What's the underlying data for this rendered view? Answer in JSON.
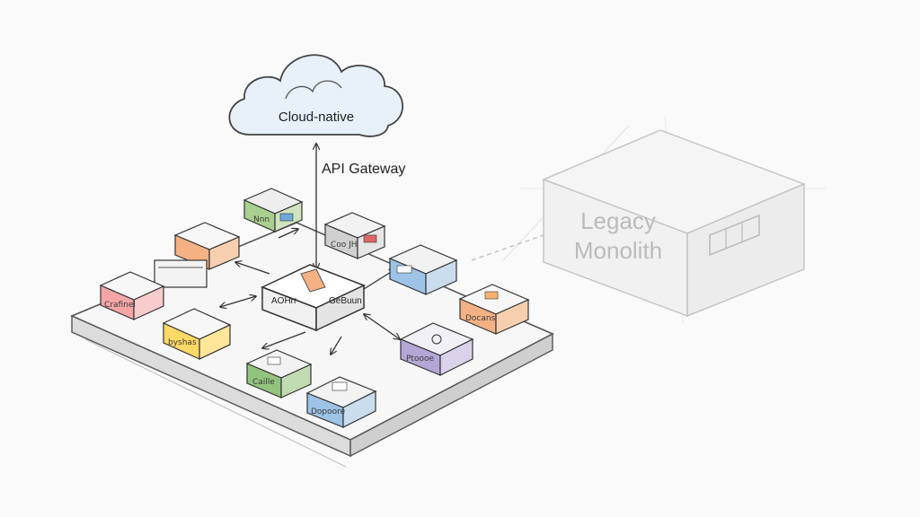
{
  "cloud": {
    "label": "Cloud-native"
  },
  "gateway": {
    "label": "API Gateway"
  },
  "hub": {
    "label_left": "AOHrr",
    "label_right": "GeBuun"
  },
  "monolith": {
    "line1": "Legacy",
    "line2": "Monolith"
  },
  "services": [
    {
      "label": "Nnn",
      "color": "#a9d08e"
    },
    {
      "label": "Coo JH",
      "color": "#d0d0d0"
    },
    {
      "label": "",
      "color": "#f4b183"
    },
    {
      "label": "",
      "color": "#9dc3e6"
    },
    {
      "label": "Crafinel",
      "color": "#f4a6a6"
    },
    {
      "label": "Docans",
      "color": "#f4b183"
    },
    {
      "label": "byshas",
      "color": "#ffd966"
    },
    {
      "label": "Ptoooe",
      "color": "#b4a7d6"
    },
    {
      "label": "Caille",
      "color": "#93c47d"
    },
    {
      "label": "Dopoore",
      "color": "#9dc3e6"
    }
  ]
}
